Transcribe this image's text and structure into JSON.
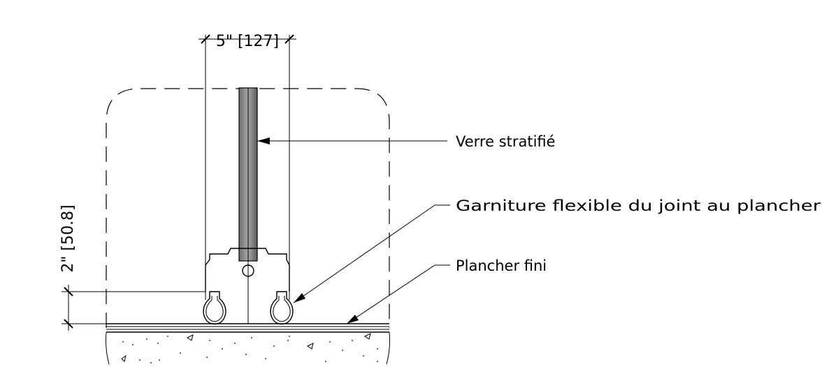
{
  "dimensions": {
    "width": "5\" [127]",
    "height": "2\" [50.8]"
  },
  "callouts": {
    "glass": "Verre stratifié",
    "gasket": "Garniture flexible du joint au plancher",
    "floor": "Plancher fini"
  },
  "colors": {
    "line": "#000000",
    "glass_dark": "#555555",
    "glass_light": "#9a9a9a",
    "background": "#ffffff"
  }
}
